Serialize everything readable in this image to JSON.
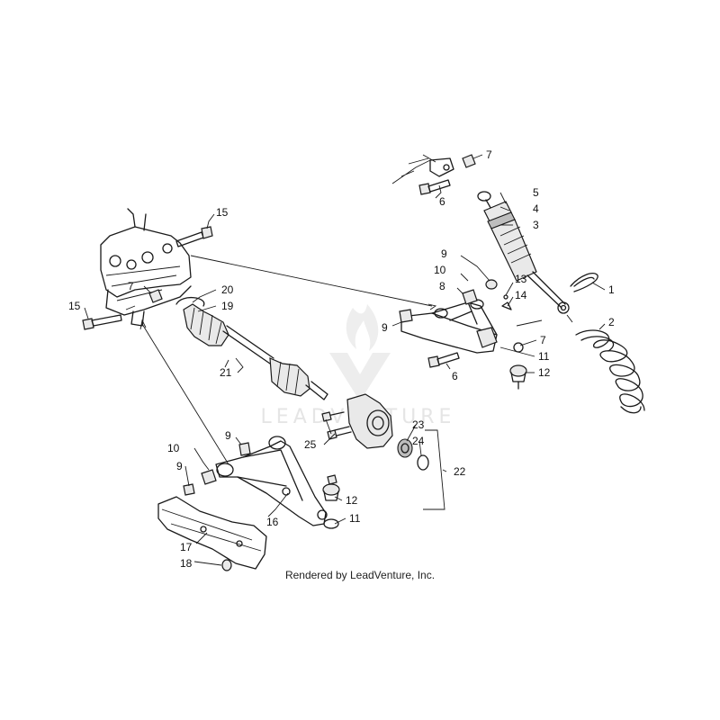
{
  "watermark": {
    "text": "LEADVENTURE"
  },
  "credit": "Rendered by LeadVenture, Inc.",
  "callouts": [
    {
      "id": "c7a",
      "text": "7"
    },
    {
      "id": "c5",
      "text": "5"
    },
    {
      "id": "c4",
      "text": "4"
    },
    {
      "id": "c3",
      "text": "3"
    },
    {
      "id": "c6a",
      "text": "6"
    },
    {
      "id": "c15a",
      "text": "15"
    },
    {
      "id": "c9a",
      "text": "9"
    },
    {
      "id": "c10a",
      "text": "10"
    },
    {
      "id": "c8",
      "text": "8"
    },
    {
      "id": "c13",
      "text": "13"
    },
    {
      "id": "c14",
      "text": "14"
    },
    {
      "id": "c1",
      "text": "1"
    },
    {
      "id": "c2",
      "text": "2"
    },
    {
      "id": "c7b",
      "text": "7"
    },
    {
      "id": "c20",
      "text": "20"
    },
    {
      "id": "c19",
      "text": "19"
    },
    {
      "id": "c15b",
      "text": "15"
    },
    {
      "id": "c9b",
      "text": "9"
    },
    {
      "id": "c7c",
      "text": "7"
    },
    {
      "id": "c11a",
      "text": "11"
    },
    {
      "id": "c6b",
      "text": "6"
    },
    {
      "id": "c12a",
      "text": "12"
    },
    {
      "id": "c21",
      "text": "21"
    },
    {
      "id": "c23",
      "text": "23"
    },
    {
      "id": "c24",
      "text": "24"
    },
    {
      "id": "c25",
      "text": "25"
    },
    {
      "id": "c22",
      "text": "22"
    },
    {
      "id": "c10b",
      "text": "10"
    },
    {
      "id": "c9c",
      "text": "9"
    },
    {
      "id": "c9d",
      "text": "9"
    },
    {
      "id": "c12b",
      "text": "12"
    },
    {
      "id": "c16",
      "text": "16"
    },
    {
      "id": "c11b",
      "text": "11"
    },
    {
      "id": "c17",
      "text": "17"
    },
    {
      "id": "c18",
      "text": "18"
    }
  ]
}
